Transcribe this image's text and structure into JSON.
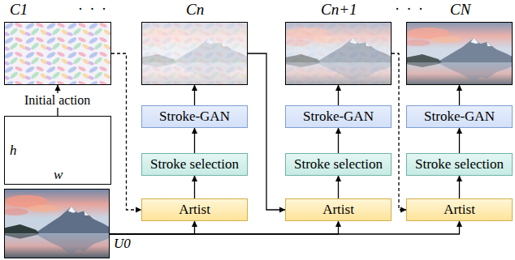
{
  "diagram": {
    "nodes": [
      {
        "text": [
          "C1"
        ]
      },
      {
        "text": [
          "Cn"
        ]
      },
      {
        "text": [
          "Cn+1"
        ]
      },
      {
        "text": [
          "CN"
        ]
      },
      {
        "text": [
          "h",
          "w"
        ]
      },
      {
        "text": [
          "U0"
        ]
      },
      {
        "text": [
          "Stroke-GAN"
        ]
      },
      {
        "text": [
          "Stroke-GAN"
        ]
      },
      {
        "text": [
          "Stroke-GAN"
        ]
      },
      {
        "text": [
          "Stroke selection"
        ]
      },
      {
        "text": [
          "Stroke selection"
        ]
      },
      {
        "text": [
          "Stroke selection"
        ]
      },
      {
        "text": [
          "Artist"
        ]
      },
      {
        "text": [
          "Artist"
        ]
      },
      {
        "text": [
          "Artist"
        ]
      }
    ],
    "edges": [
      {
        "from": 4,
        "to": 0,
        "arrow": "to",
        "label": "Initial action"
      },
      {
        "from": 0,
        "to": 12,
        "arrow": "to"
      },
      {
        "from": 1,
        "to": 13,
        "arrow": "to"
      },
      {
        "from": 2,
        "to": 14,
        "arrow": "to"
      },
      {
        "from": 5,
        "to": 12,
        "arrow": "to"
      },
      {
        "from": 5,
        "to": 13,
        "arrow": "to"
      },
      {
        "from": 5,
        "to": 14,
        "arrow": "to"
      },
      {
        "from": 12,
        "to": 9,
        "arrow": "to"
      },
      {
        "from": 9,
        "to": 6,
        "arrow": "to"
      },
      {
        "from": 6,
        "to": 1,
        "arrow": "to"
      },
      {
        "from": 13,
        "to": 10,
        "arrow": "to"
      },
      {
        "from": 10,
        "to": 7,
        "arrow": "to"
      },
      {
        "from": 7,
        "to": 2,
        "arrow": "to"
      },
      {
        "from": 14,
        "to": 11,
        "arrow": "to"
      },
      {
        "from": 11,
        "to": 8,
        "arrow": "to"
      },
      {
        "from": 8,
        "to": 3,
        "arrow": "to"
      }
    ],
    "labels": [
      "· · ·",
      "· · ·"
    ]
  }
}
